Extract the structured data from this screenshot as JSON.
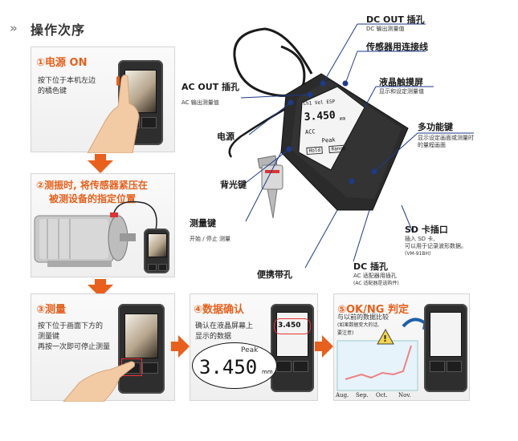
{
  "header": {
    "title": "操作次序"
  },
  "steps": {
    "s1": {
      "title": "①电源 ON",
      "desc": [
        "按下位于本机左边",
        "的橘色键"
      ]
    },
    "s2": {
      "title_line1": "②测振时, 将传感器紧压在",
      "title_line2": "被测设备的指定位置"
    },
    "s3": {
      "title": "③测量",
      "desc": [
        "按下位于画面下方的",
        "测量键",
        "再按一次即可停止测量"
      ]
    },
    "s4": {
      "title": "④数据确认",
      "desc": [
        "确认在液晶屏幕上",
        "显示的数据"
      ],
      "zoom_value": "3.450",
      "zoom_unit": "mm",
      "zoom_top": "Peak"
    },
    "s5": {
      "title": "⑤OK/NG 判定",
      "desc": [
        "与以前的数据比较",
        "(如果数据变大的话,",
        "要注意)"
      ],
      "months": [
        "Aug.",
        "Sep.",
        "Oct.",
        "Nov."
      ]
    }
  },
  "callouts": {
    "dc_out": {
      "label": "DC OUT 插孔",
      "sub": "DC 输出测量值"
    },
    "sensor_cable": {
      "label": "传感器用连接线"
    },
    "lcd": {
      "label": "液晶触摸屏",
      "sub": "显示和设定测量值"
    },
    "multi_key": {
      "label": "多功能键",
      "sub": [
        "显示设定画面或测量时",
        "的量程画面"
      ]
    },
    "sd_slot": {
      "label": "SD 卡插口",
      "sub": [
        "插入 SD 卡,",
        "可以用于记录波形数据。",
        "(VM-91BH)"
      ]
    },
    "dc_jack": {
      "label": "DC 插孔",
      "sub": [
        "AC 适配器用插孔",
        "(AC 适配器是选购件)"
      ]
    },
    "strap": {
      "label": "便携带孔"
    },
    "measure_key": {
      "label": "测量键",
      "sub": "开始 / 停止 测量"
    },
    "backlight": {
      "label": "背光键"
    },
    "power": {
      "label": "电源"
    },
    "ac_out": {
      "label": "AC OUT 插孔",
      "sub": "AC 输出测量值"
    }
  },
  "device_screen": {
    "value": "3.450",
    "unit": "mm",
    "line1": "Ch1  Vel  ESP",
    "row_acc": "ACC",
    "row_peak": "Peak",
    "soft_left": "Hold",
    "soft_right": "Range"
  },
  "colors": {
    "accent": "#e8601c",
    "callout_line": "#1e3a8a",
    "chart_line": "#f08080",
    "chart_bg": "#e6f3fb"
  }
}
